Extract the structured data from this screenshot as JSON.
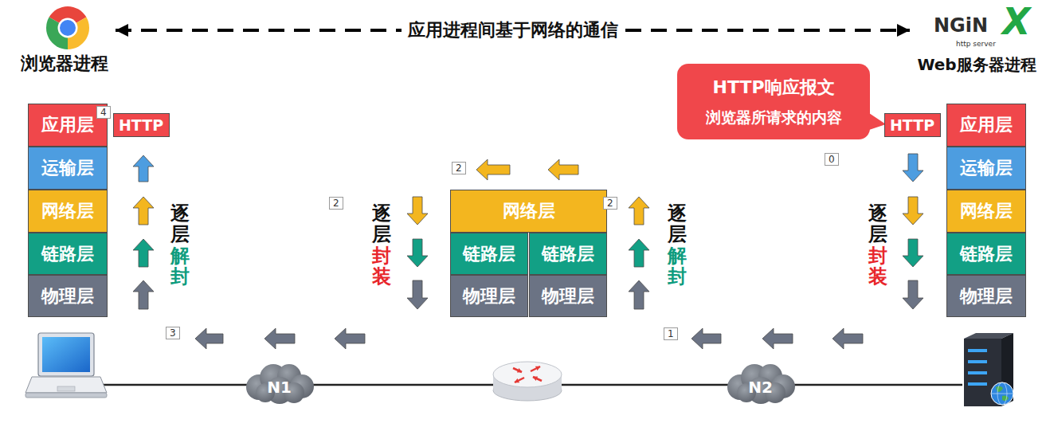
{
  "diagram": {
    "nodes": [
      {
        "text": [
          "浏览器进程"
        ]
      },
      {
        "text": [
          "Web服务器进程"
        ]
      },
      {
        "text": [
          "HTTP响应报文",
          "浏览器所请求的内容"
        ]
      },
      {
        "text": [
          "应用层"
        ]
      },
      {
        "text": [
          "运输层"
        ]
      },
      {
        "text": [
          "网络层"
        ]
      },
      {
        "text": [
          "链路层"
        ]
      },
      {
        "text": [
          "物理层"
        ]
      },
      {
        "text": [
          "HTTP"
        ]
      },
      {
        "text": [
          "网络层"
        ]
      },
      {
        "text": [
          "链路层"
        ]
      },
      {
        "text": [
          "链路层"
        ]
      },
      {
        "text": [
          "物理层"
        ]
      },
      {
        "text": [
          "物理层"
        ]
      },
      {
        "text": [
          "HTTP"
        ]
      },
      {
        "text": [
          "应用层"
        ]
      },
      {
        "text": [
          "运输层"
        ]
      },
      {
        "text": [
          "网络层"
        ]
      },
      {
        "text": [
          "链路层"
        ]
      },
      {
        "text": [
          "物理层"
        ]
      },
      {
        "text": [
          "N1"
        ]
      },
      {
        "text": [
          "N2"
        ]
      }
    ],
    "edges": [
      {
        "from": 0,
        "to": 1,
        "label": "应用进程间基于网络的通信",
        "arrow": "both"
      }
    ],
    "labels": [
      "4",
      "0",
      "2",
      "2",
      "2",
      "3",
      "1",
      "逐层",
      "解封",
      "逐层",
      "封装",
      "逐层",
      "解封",
      "逐层",
      "封装",
      "NGiN",
      "X",
      "http server"
    ]
  }
}
